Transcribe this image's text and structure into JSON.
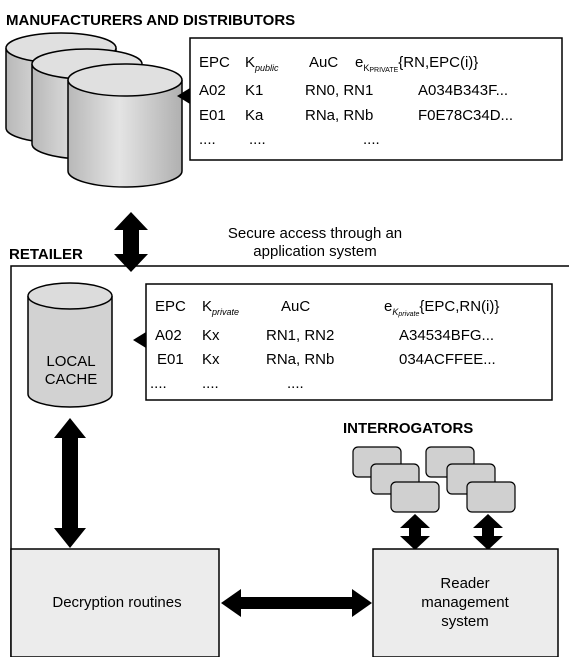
{
  "sections": {
    "manufacturers": "MANUFACTURERS AND DISTRIBUTORS",
    "retailer": "RETAILER",
    "interrogators": "INTERROGATORS"
  },
  "secure_access": {
    "line1": "Secure access through an",
    "line2": "application system"
  },
  "local_cache": {
    "line1": "LOCAL",
    "line2": "CACHE"
  },
  "table_manufacturer": {
    "h_epc": "EPC",
    "h_k": "K",
    "h_k_sub": "public",
    "h_auc": "AuC",
    "h_e": "e",
    "h_e_sub": "K",
    "h_e_subsub": "PRIVATE",
    "h_payload": "{RN,EPC(i)}",
    "rows": [
      [
        "A02",
        "K1",
        "RN0, RN1",
        "A034B343F..."
      ],
      [
        "E01",
        "Ka",
        "RNa, RNb",
        "F0E78C34D..."
      ],
      [
        "....",
        "....",
        "....",
        ""
      ]
    ]
  },
  "table_retailer": {
    "h_epc": "EPC",
    "h_k": "K",
    "h_k_sub": "private",
    "h_auc": "AuC",
    "h_e": "e",
    "h_e_sub": "K",
    "h_e_subsub": "private",
    "h_payload": "{EPC,RN(i)}",
    "rows": [
      [
        "A02",
        "Kx",
        "RN1, RN2",
        "A34534BFG..."
      ],
      [
        "E01",
        "Kx",
        "RNa, RNb",
        "034ACFFEE..."
      ],
      [
        "....",
        "....",
        "....",
        ""
      ]
    ]
  },
  "decryption": {
    "label": "Decryption routines"
  },
  "reader": {
    "line1": "Reader",
    "line2": "management",
    "line3": "system"
  },
  "colors": {
    "fill_gray": "#cfcfcf",
    "box_fill": "#ececec",
    "stroke": "#000000"
  }
}
